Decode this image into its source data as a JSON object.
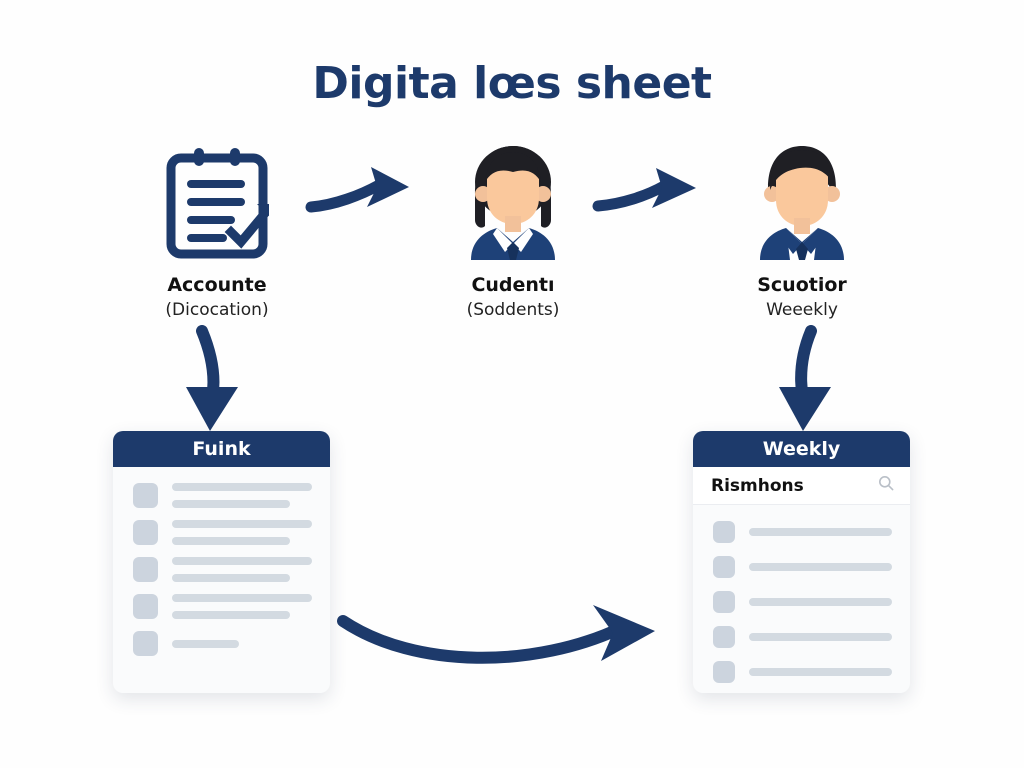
{
  "title": "Digita lœs sheet",
  "theme": {
    "navy": "#1d3a6b",
    "arrow": "#1d3a6b",
    "card_body": "#fafbfc",
    "placeholder_grey": "#d3dae1",
    "box_grey": "#ccd4de",
    "skin": "#f2c19a",
    "hair": "#1f1f24",
    "suit": "#1e4178",
    "background": "#fefefe"
  },
  "nodes": [
    {
      "id": "clipboard",
      "icon": "clipboard-checklist-icon",
      "label": "Accounte",
      "sublabel": "(Dicocation)"
    },
    {
      "id": "student",
      "icon": "female-avatar-icon",
      "label": "Cudentı",
      "sublabel": "(Soddents)"
    },
    {
      "id": "teacher",
      "icon": "male-avatar-icon",
      "label": "Scuotior",
      "sublabel": "Weeekly"
    }
  ],
  "arrows": [
    {
      "id": "arrow-1",
      "direction": "right",
      "shape": "straight"
    },
    {
      "id": "arrow-2",
      "direction": "right",
      "shape": "straight"
    },
    {
      "id": "arrow-down-left",
      "direction": "down",
      "shape": "curved"
    },
    {
      "id": "arrow-down-right",
      "direction": "down",
      "shape": "curved"
    },
    {
      "id": "arrow-curve-bottom",
      "direction": "right",
      "shape": "curved-long"
    }
  ],
  "cards": {
    "left": {
      "header": "Fuink",
      "has_subbar": false,
      "rows": [
        {
          "lines": [
            "long",
            "mid"
          ]
        },
        {
          "lines": [
            "long",
            "mid"
          ]
        },
        {
          "lines": [
            "long",
            "mid"
          ]
        },
        {
          "lines": [
            "long",
            "mid"
          ]
        },
        {
          "lines": [
            "short"
          ]
        }
      ]
    },
    "right": {
      "header": "Weekly",
      "has_subbar": true,
      "subbar_title": "Rismhons",
      "subbar_icon": "search-icon",
      "rows": [
        {
          "lines": [
            "long"
          ]
        },
        {
          "lines": [
            "long"
          ]
        },
        {
          "lines": [
            "long"
          ]
        },
        {
          "lines": [
            "long"
          ]
        },
        {
          "lines": [
            "long"
          ]
        }
      ]
    }
  }
}
